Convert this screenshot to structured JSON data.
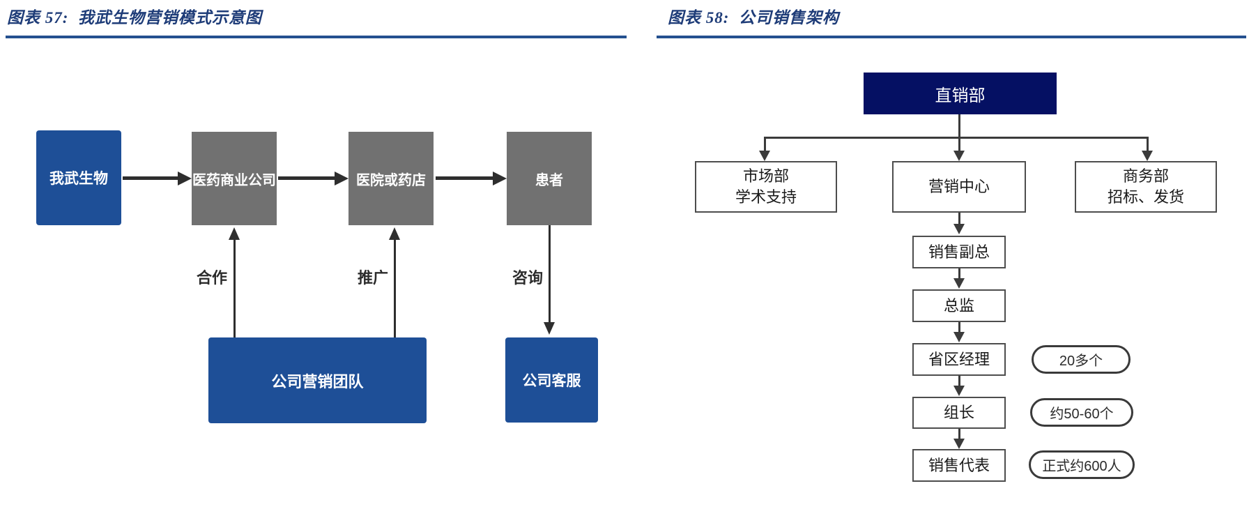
{
  "colors": {
    "title_text": "#1E3C78",
    "title_rule": "#24508F",
    "blue_box": "#1E4F97",
    "gray_box": "#717171",
    "navy_box": "#051063",
    "arrow_black": "#2E2E2E",
    "connector_gray": "#3B3B3B",
    "white_box_border": "#4D4D4D",
    "pill_border": "#3A3A3A"
  },
  "left_panel": {
    "title": "图表 57:  我武生物营销模式示意图",
    "nodes": {
      "company": "我武生物",
      "distributor": "医药商业公司",
      "hospital": "医院或药店",
      "patient": "患者",
      "marketing_team": "公司营销团队",
      "customer_service": "公司客服"
    },
    "edge_labels": {
      "cooperation": "合作",
      "promotion": "推广",
      "consultation": "咨询"
    }
  },
  "right_panel": {
    "title": "图表 58:  公司销售架构",
    "root": "直销部",
    "branches": [
      {
        "lines": [
          "市场部",
          "学术支持"
        ]
      },
      {
        "lines": [
          "营销中心"
        ]
      },
      {
        "lines": [
          "商务部",
          "招标、发货"
        ]
      }
    ],
    "chain": [
      "销售副总",
      "总监",
      "省区经理",
      "组长",
      "销售代表"
    ],
    "pills": [
      "20多个",
      "约50-60个",
      "正式约600人"
    ]
  }
}
